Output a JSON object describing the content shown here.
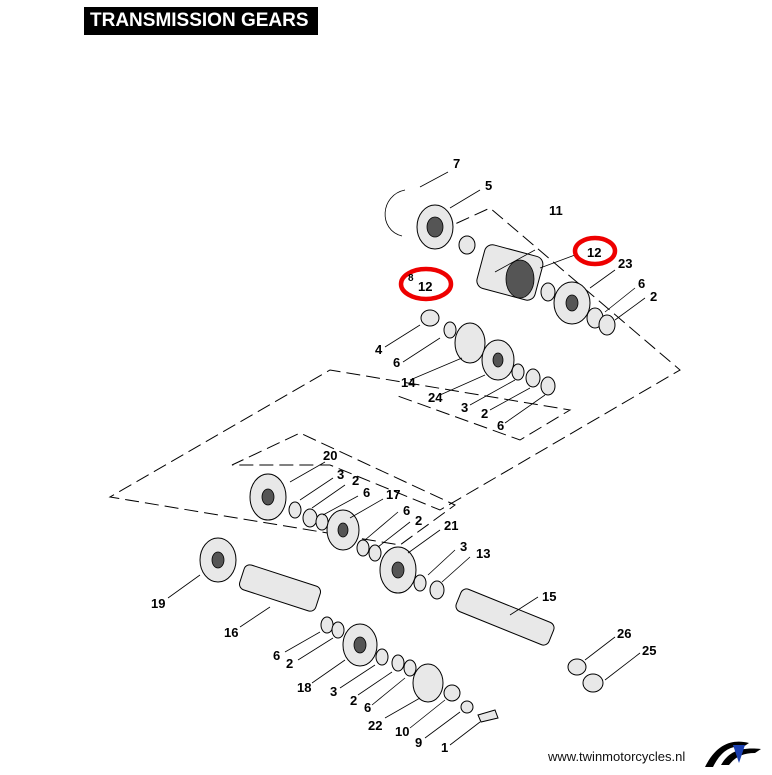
{
  "title": "TRANSMISSION GEARS",
  "website": "www.twinmotorcycles.nl",
  "callouts": [
    "7",
    "5",
    "11",
    "12",
    "12",
    "23",
    "6",
    "2",
    "8",
    "4",
    "6",
    "14",
    "24",
    "3",
    "2",
    "6",
    "20",
    "3",
    "2",
    "6",
    "17",
    "6",
    "2",
    "21",
    "3",
    "13",
    "19",
    "16",
    "15",
    "6",
    "2",
    "18",
    "3",
    "2",
    "6",
    "26",
    "25",
    "22",
    "10",
    "9",
    "1"
  ],
  "highlight_color": "#e00000"
}
